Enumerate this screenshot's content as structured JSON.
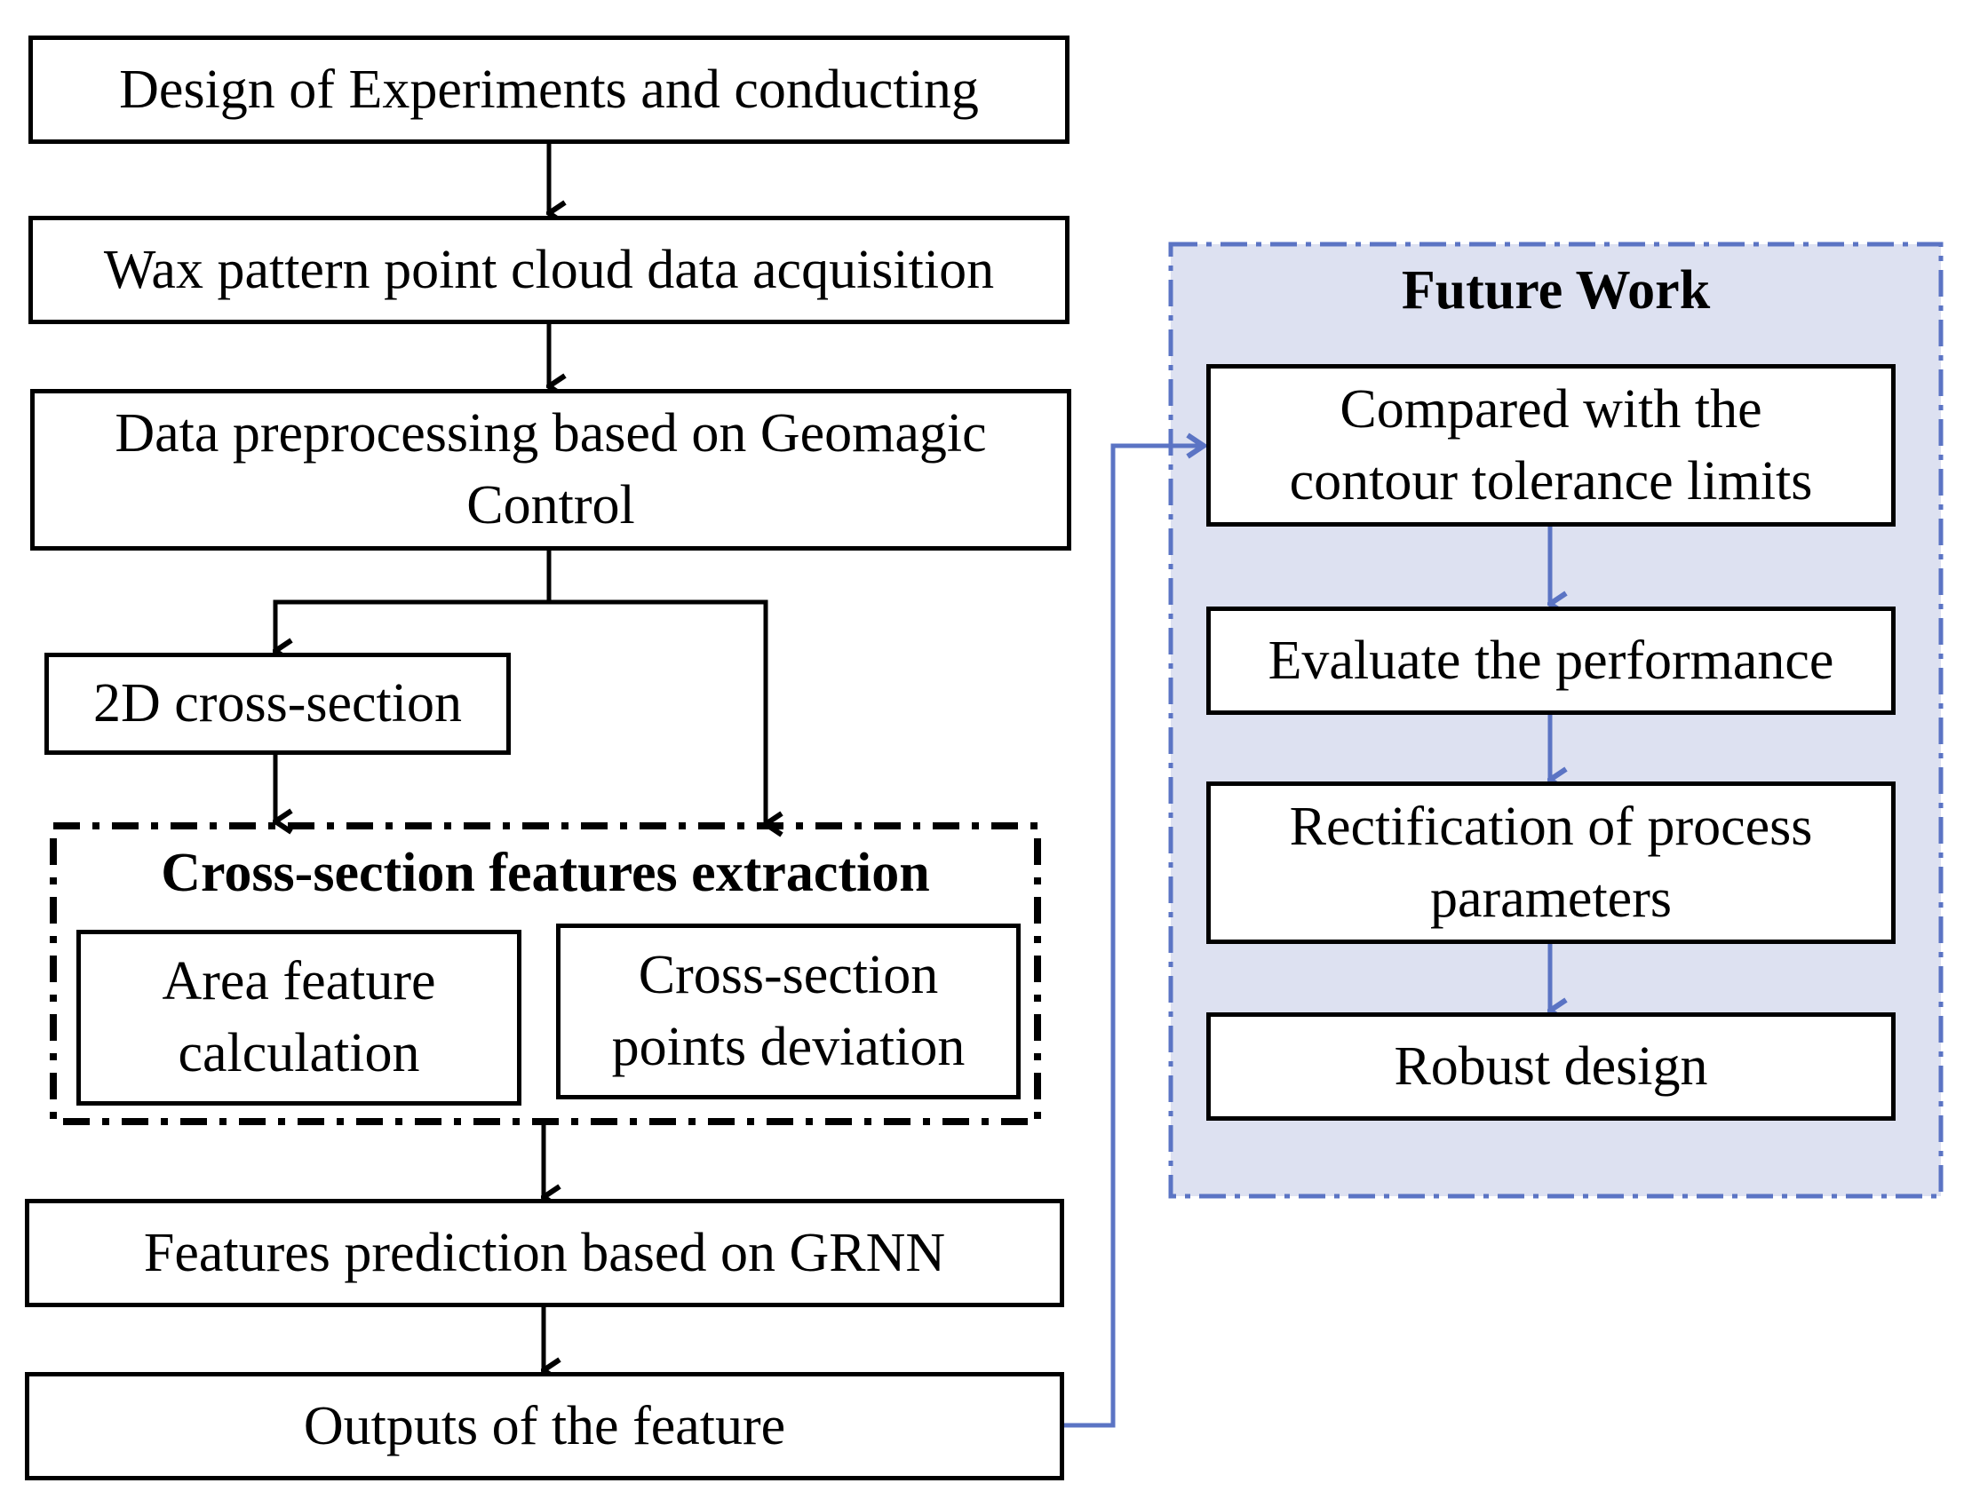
{
  "colors": {
    "stroke": "#000000",
    "future_stroke": "#5b74c4",
    "future_fill": "#dde1f1"
  },
  "main_flow": {
    "step1": "Design of Experiments and conducting",
    "step2": "Wax pattern  point cloud data acquisition",
    "step3_line1": "Data preprocessing based on  Geomagic",
    "step3_line2": "Control",
    "step4": "2D cross-section",
    "extraction": {
      "title": "Cross-section features extraction",
      "area_line1": "Area feature",
      "area_line2": "calculation",
      "dev_line1": "Cross-section",
      "dev_line2": "points deviation"
    },
    "step5": "Features prediction based on GRNN",
    "step6": "Outputs of the feature"
  },
  "future_work": {
    "title": "Future Work",
    "item1_line1": "Compared with the",
    "item1_line2": "contour tolerance limits",
    "item2": "Evaluate the performance",
    "item3_line1": "Rectification of process",
    "item3_line2": "parameters",
    "item4": "Robust design"
  }
}
